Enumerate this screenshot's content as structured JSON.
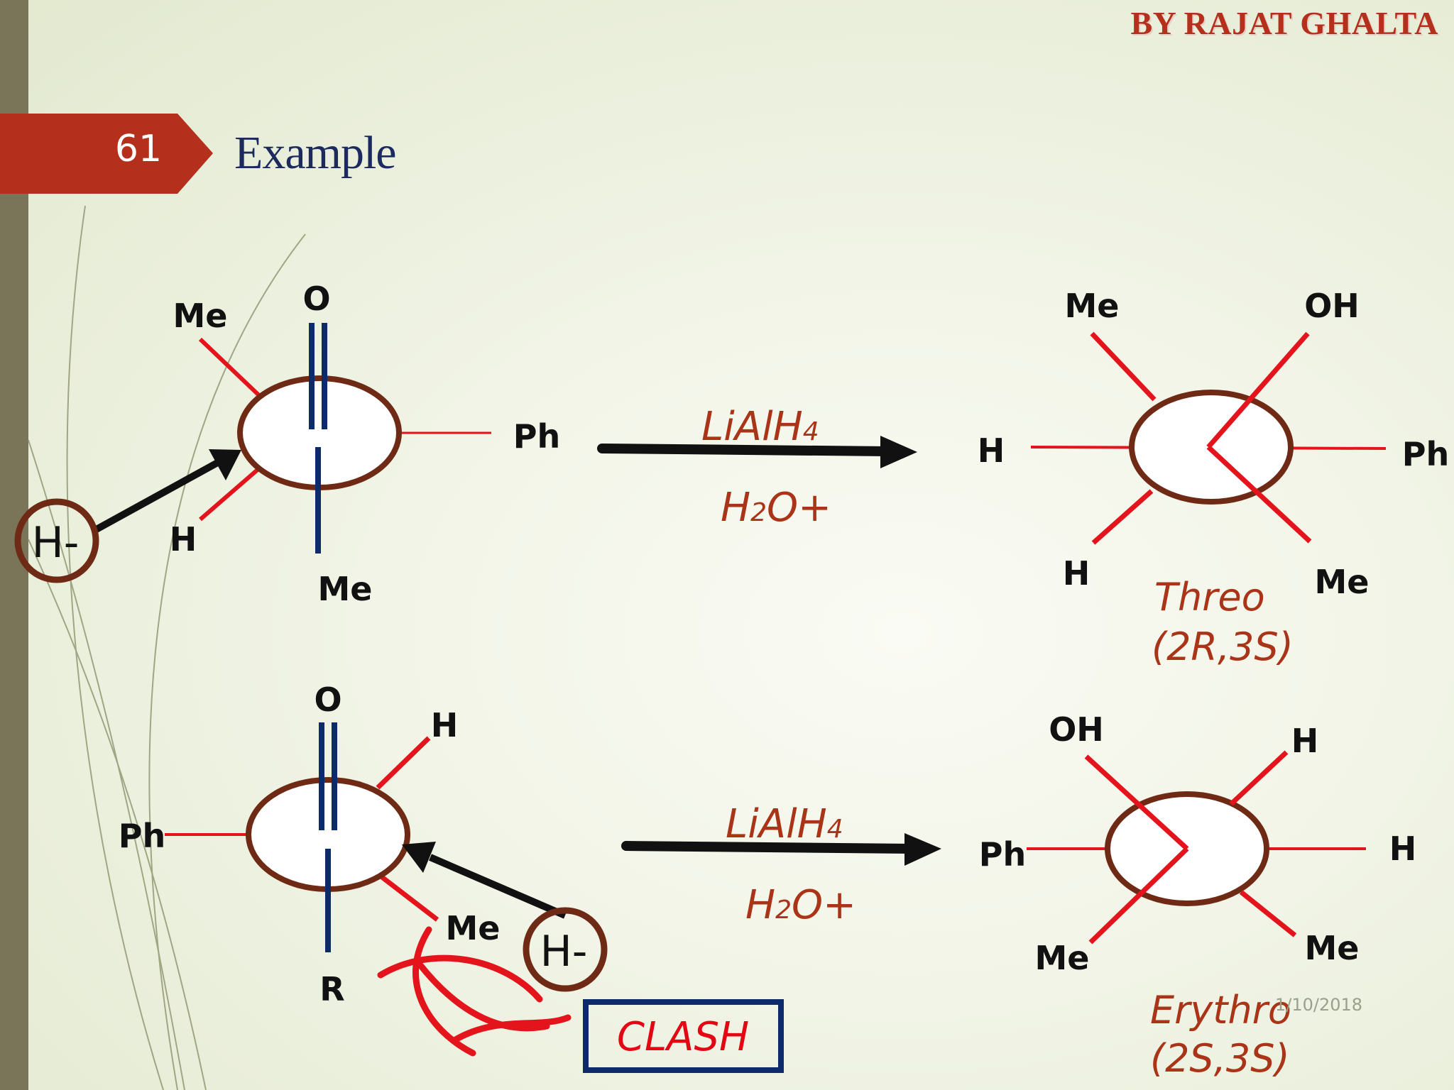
{
  "header": {
    "credit": "BY RAJAT GHALTA",
    "slide_number": "61",
    "title": "Example"
  },
  "reaction1": {
    "reactant": {
      "top": "O",
      "upper_left": "Me",
      "right": "Ph",
      "lower_left": "H",
      "bottom": "Me"
    },
    "nucleophile": "H-",
    "reagent_top": "LiAlH",
    "reagent_top_sub": "4",
    "reagent_bottom": "H",
    "reagent_bottom_sub": "2",
    "reagent_bottom_tail": "O+",
    "product": {
      "upper_left": "Me",
      "upper_right": "OH",
      "left": "H",
      "right": "Ph",
      "lower_left": "H",
      "lower_right": "Me"
    },
    "stereo_name": "Threo",
    "stereo_config": "(2R,3S)"
  },
  "reaction2": {
    "reactant": {
      "top": "O",
      "upper_right": "H",
      "left": "Ph",
      "lower_right": "Me",
      "bottom": "R"
    },
    "nucleophile": "H-",
    "clash_label": "CLASH",
    "reagent_top": "LiAlH",
    "reagent_top_sub": "4",
    "reagent_bottom": "H",
    "reagent_bottom_sub": "2",
    "reagent_bottom_tail": "O+",
    "product": {
      "upper_left": "OH",
      "upper_right": "H",
      "left": "Ph",
      "right": "H",
      "lower_left": "Me",
      "lower_right": "Me"
    },
    "stereo_name": "Erythro",
    "stereo_config": "(2S,3S)"
  },
  "footer": {
    "date": "1/10/2018"
  },
  "colors": {
    "accent_red": "#b5301c",
    "bond_red": "#e4141c",
    "ring_brown": "#6e2a15",
    "carbonyl_blue": "#0d2a6b",
    "title_navy": "#1c2a5e"
  }
}
